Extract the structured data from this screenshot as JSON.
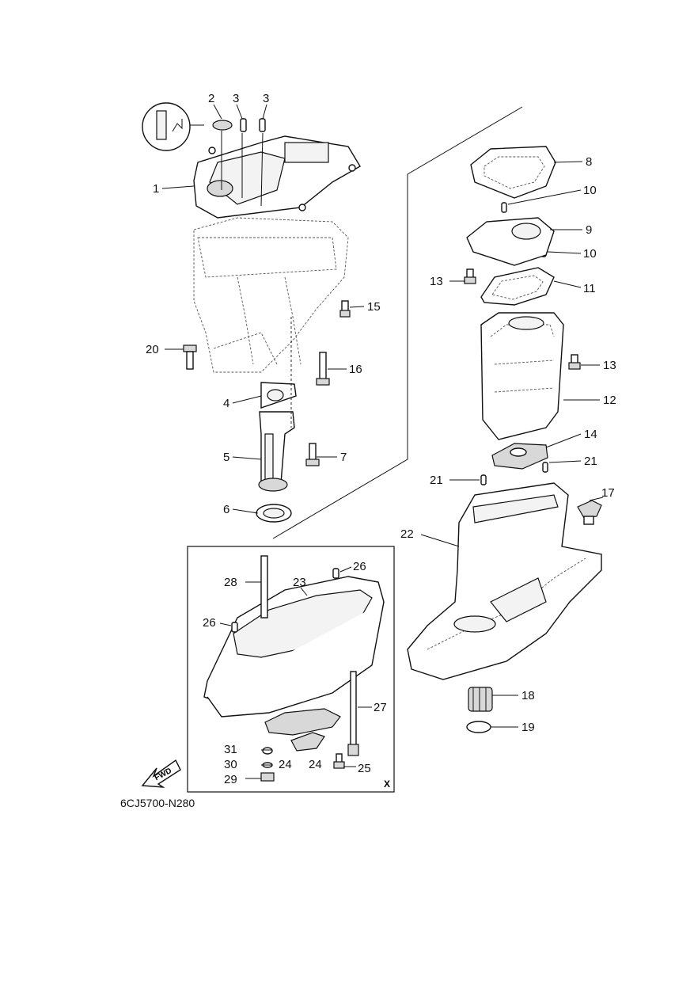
{
  "diagram": {
    "code": "6CJ5700-N280",
    "inset_mark": "X",
    "fwd_label": "FWD",
    "callouts": [
      "1",
      "2",
      "3",
      "3",
      "4",
      "5",
      "6",
      "7",
      "8",
      "9",
      "10",
      "10",
      "11",
      "12",
      "13",
      "13",
      "14",
      "15",
      "16",
      "17",
      "18",
      "19",
      "20",
      "21",
      "21",
      "22",
      "23",
      "24",
      "24",
      "25",
      "26",
      "26",
      "27",
      "28",
      "29",
      "30",
      "31"
    ]
  }
}
